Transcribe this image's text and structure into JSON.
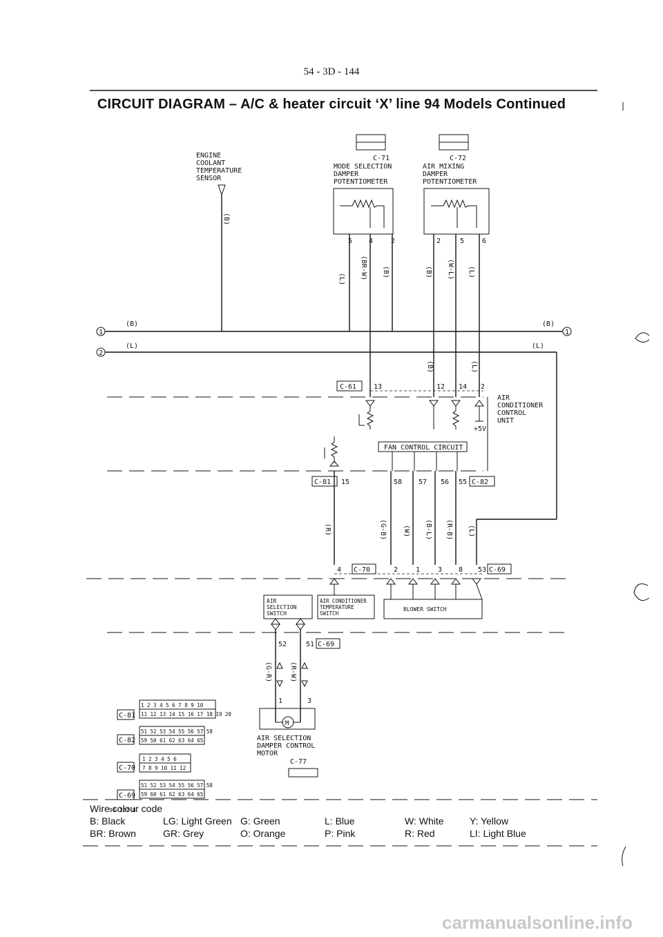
{
  "page_number": "54 - 3D - 144",
  "title": "CIRCUIT DIAGRAM – A/C & heater circuit ‘X’ line 94 Models Continued",
  "components": {
    "engine_sensor": [
      "ENGINE",
      "COOLANT",
      "TEMPERATURE",
      "SENSOR"
    ],
    "c71_id": "C-71",
    "c71_name": [
      "MODE SELECTION",
      "DAMPER",
      "POTENTIOMETER"
    ],
    "c72_id": "C-72",
    "c72_name": [
      "AIR MIXING",
      "DAMPER",
      "POTENTIOMETER"
    ],
    "ac_control_unit": [
      "AIR",
      "CONDITIONER",
      "CONTROL",
      "UNIT"
    ],
    "fan_control": "FAN CONTROL CIRCUIT",
    "air_selection_switch": [
      "AIR",
      "SELECTION",
      "SWITCH"
    ],
    "ac_temp_switch": [
      "AIR CONDITIONER",
      "TEMPERATURE",
      "SWITCH"
    ],
    "blower_switch": "BLOWER SWITCH",
    "motor_name": [
      "AIR SELECTION",
      "DAMPER CONTROL",
      "MOTOR"
    ],
    "motor_id": "C-77",
    "plus_5v": "+5V"
  },
  "connectors": {
    "c61": "C-61",
    "c81": "C-81",
    "c82": "C-82",
    "c70": "C-70",
    "c69": "C-69"
  },
  "pins": {
    "c71": [
      "5",
      "4",
      "2"
    ],
    "c72": [
      "2",
      "5",
      "6"
    ],
    "c61": [
      "13",
      "12",
      "14",
      "2"
    ],
    "c81": "15",
    "c82": [
      "58",
      "57",
      "56",
      "55"
    ],
    "c70": [
      "4",
      "2",
      "1",
      "3",
      "8"
    ],
    "c69_top": "53",
    "c69_bottom": [
      "52",
      "51"
    ],
    "motor": [
      "1",
      "3"
    ]
  },
  "wire_labels": {
    "sensor": "(B)",
    "c71": [
      "(L)",
      "(BR-W)",
      "(B)"
    ],
    "c72": [
      "(B)",
      "(W-L)",
      "(L)"
    ],
    "bus_b": "(B)",
    "bus_l": "(L)",
    "c61": [
      "(B)",
      "(L)"
    ],
    "c81": "(R)",
    "c82": [
      "(G-B)",
      "(W)",
      "(B-L)",
      "(R-B)",
      "(L)"
    ],
    "c69": [
      "(G-R)",
      "(R-W)"
    ],
    "bus_nums": [
      "1",
      "2"
    ]
  },
  "connector_key": [
    {
      "id": "C-81",
      "rows": [
        "1 2 3 4 5 6 7 8 9 10",
        "11 12 13 14 15 16 17 18 19 20"
      ]
    },
    {
      "id": "C-82",
      "rows": [
        "51 52 53 54 55 56 57 58",
        "59 50 61 62 63 64 65"
      ]
    },
    {
      "id": "C-70",
      "rows": [
        "1 2 3 4 5 6",
        "7 8 9 10 11 12"
      ]
    },
    {
      "id": "C-69",
      "rows": [
        "51 52 53 54 55 56 57 58",
        "59 60 61 62 63 64 65"
      ]
    }
  ],
  "figure_code": "94-127-8",
  "legend": {
    "heading": "Wire colour code",
    "entries": [
      [
        "B: Black",
        "LG: Light Green",
        "G: Green",
        "L: Blue",
        "W: White",
        "Y: Yellow"
      ],
      [
        "BR: Brown",
        "GR: Grey",
        "O: Orange",
        "P: Pink",
        "R: Red",
        "LI: Light Blue"
      ]
    ]
  },
  "watermark": "carmanualsonline.info"
}
